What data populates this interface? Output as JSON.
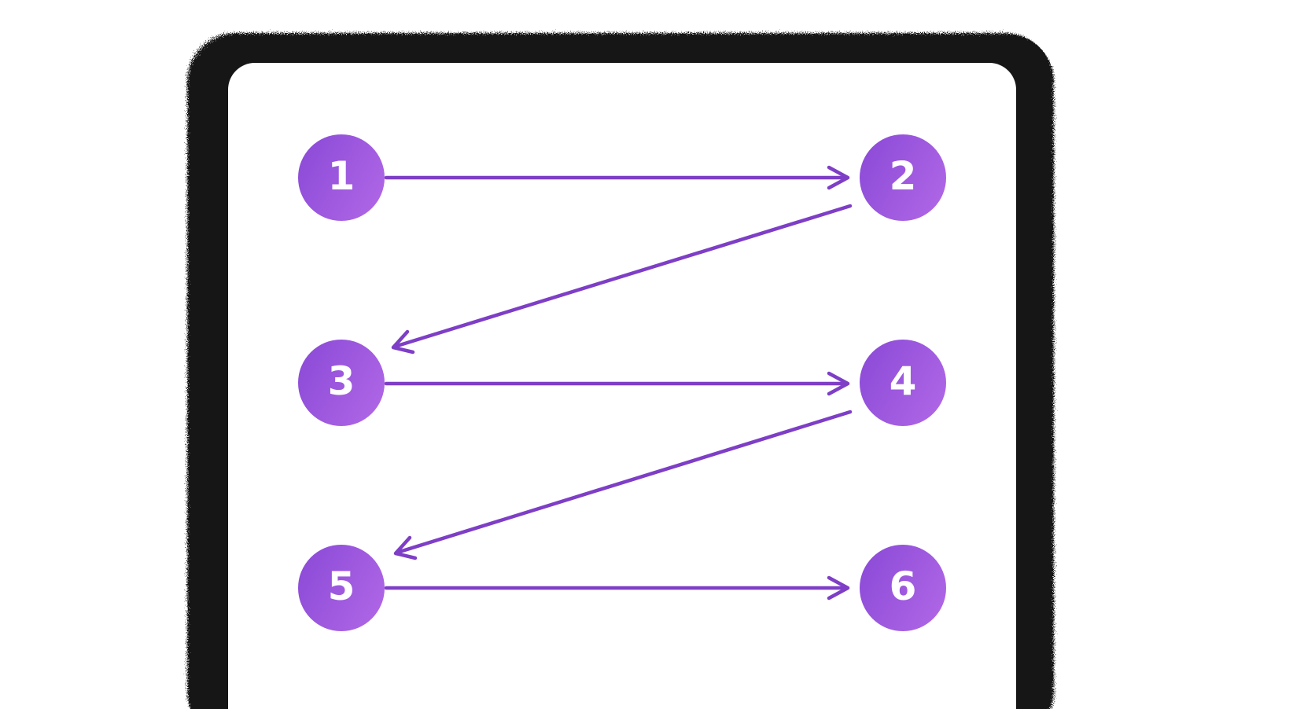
{
  "colors": {
    "background": "#ffffff",
    "frame": "#141414",
    "card": "#ffffff",
    "arrow": "#7e3ec6",
    "node_gradient_start": "#8b4ad7",
    "node_gradient_end": "#b067e6",
    "node_text": "#ffffff"
  },
  "diagram": {
    "type": "flow",
    "pattern": "zigzag",
    "nodes": [
      {
        "id": "1",
        "label": "1",
        "column": "left",
        "row": 1
      },
      {
        "id": "2",
        "label": "2",
        "column": "right",
        "row": 1
      },
      {
        "id": "3",
        "label": "3",
        "column": "left",
        "row": 2
      },
      {
        "id": "4",
        "label": "4",
        "column": "right",
        "row": 2
      },
      {
        "id": "5",
        "label": "5",
        "column": "left",
        "row": 3
      },
      {
        "id": "6",
        "label": "6",
        "column": "right",
        "row": 3
      }
    ],
    "edges": [
      {
        "from": "1",
        "to": "2",
        "direction": "right"
      },
      {
        "from": "2",
        "to": "3",
        "direction": "down-left"
      },
      {
        "from": "3",
        "to": "4",
        "direction": "right"
      },
      {
        "from": "4",
        "to": "5",
        "direction": "down-left"
      },
      {
        "from": "5",
        "to": "6",
        "direction": "right"
      }
    ]
  }
}
